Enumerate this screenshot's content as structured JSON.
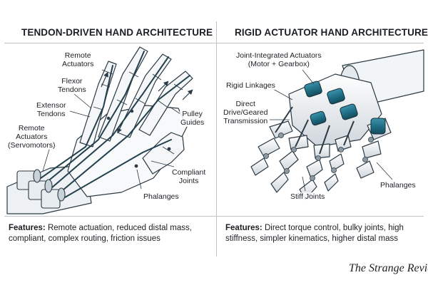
{
  "left_panel": {
    "title": "TENDON-DRIVEN HAND ARCHITECTURE",
    "labels": {
      "remote_actuators_top": "Remote\nActuators",
      "flexor_tendons": "Flexor\nTendons",
      "extensor_tendons": "Extensor\nTendons",
      "remote_actuators_servo": "Remote\nActuators\n(Servomotors)",
      "pulley_guides": "Pulley\nGuides",
      "compliant_joints": "Compliant\nJoints",
      "phalanges": "Phalanges"
    },
    "features_label": "Features:",
    "features_text": " Remote actuation, reduced distal mass, compliant, complex routing, friction issues"
  },
  "right_panel": {
    "title": "RIGID ACTUATOR HAND ARCHITECTURE",
    "labels": {
      "joint_integrated_actuators": "Joint-Integrated Actuators\n(Motor + Gearbox)",
      "rigid_linkages": "Rigid Linkages",
      "direct_drive": "Direct\nDrive/Geared\nTransmission",
      "stiff_joints": "Stiff Joints",
      "phalanges": "Phalanges"
    },
    "features_label": "Features:",
    "features_text": " Direct torque control, bulky joints, high stiffness, simpler kinematics, higher distal mass"
  },
  "watermark": "The Strange Revie",
  "colors": {
    "line": "#2b3a44",
    "tendon": "#23404d",
    "actuator_teal": "#1f6f86",
    "hand_fill": "#f4f6f8"
  }
}
